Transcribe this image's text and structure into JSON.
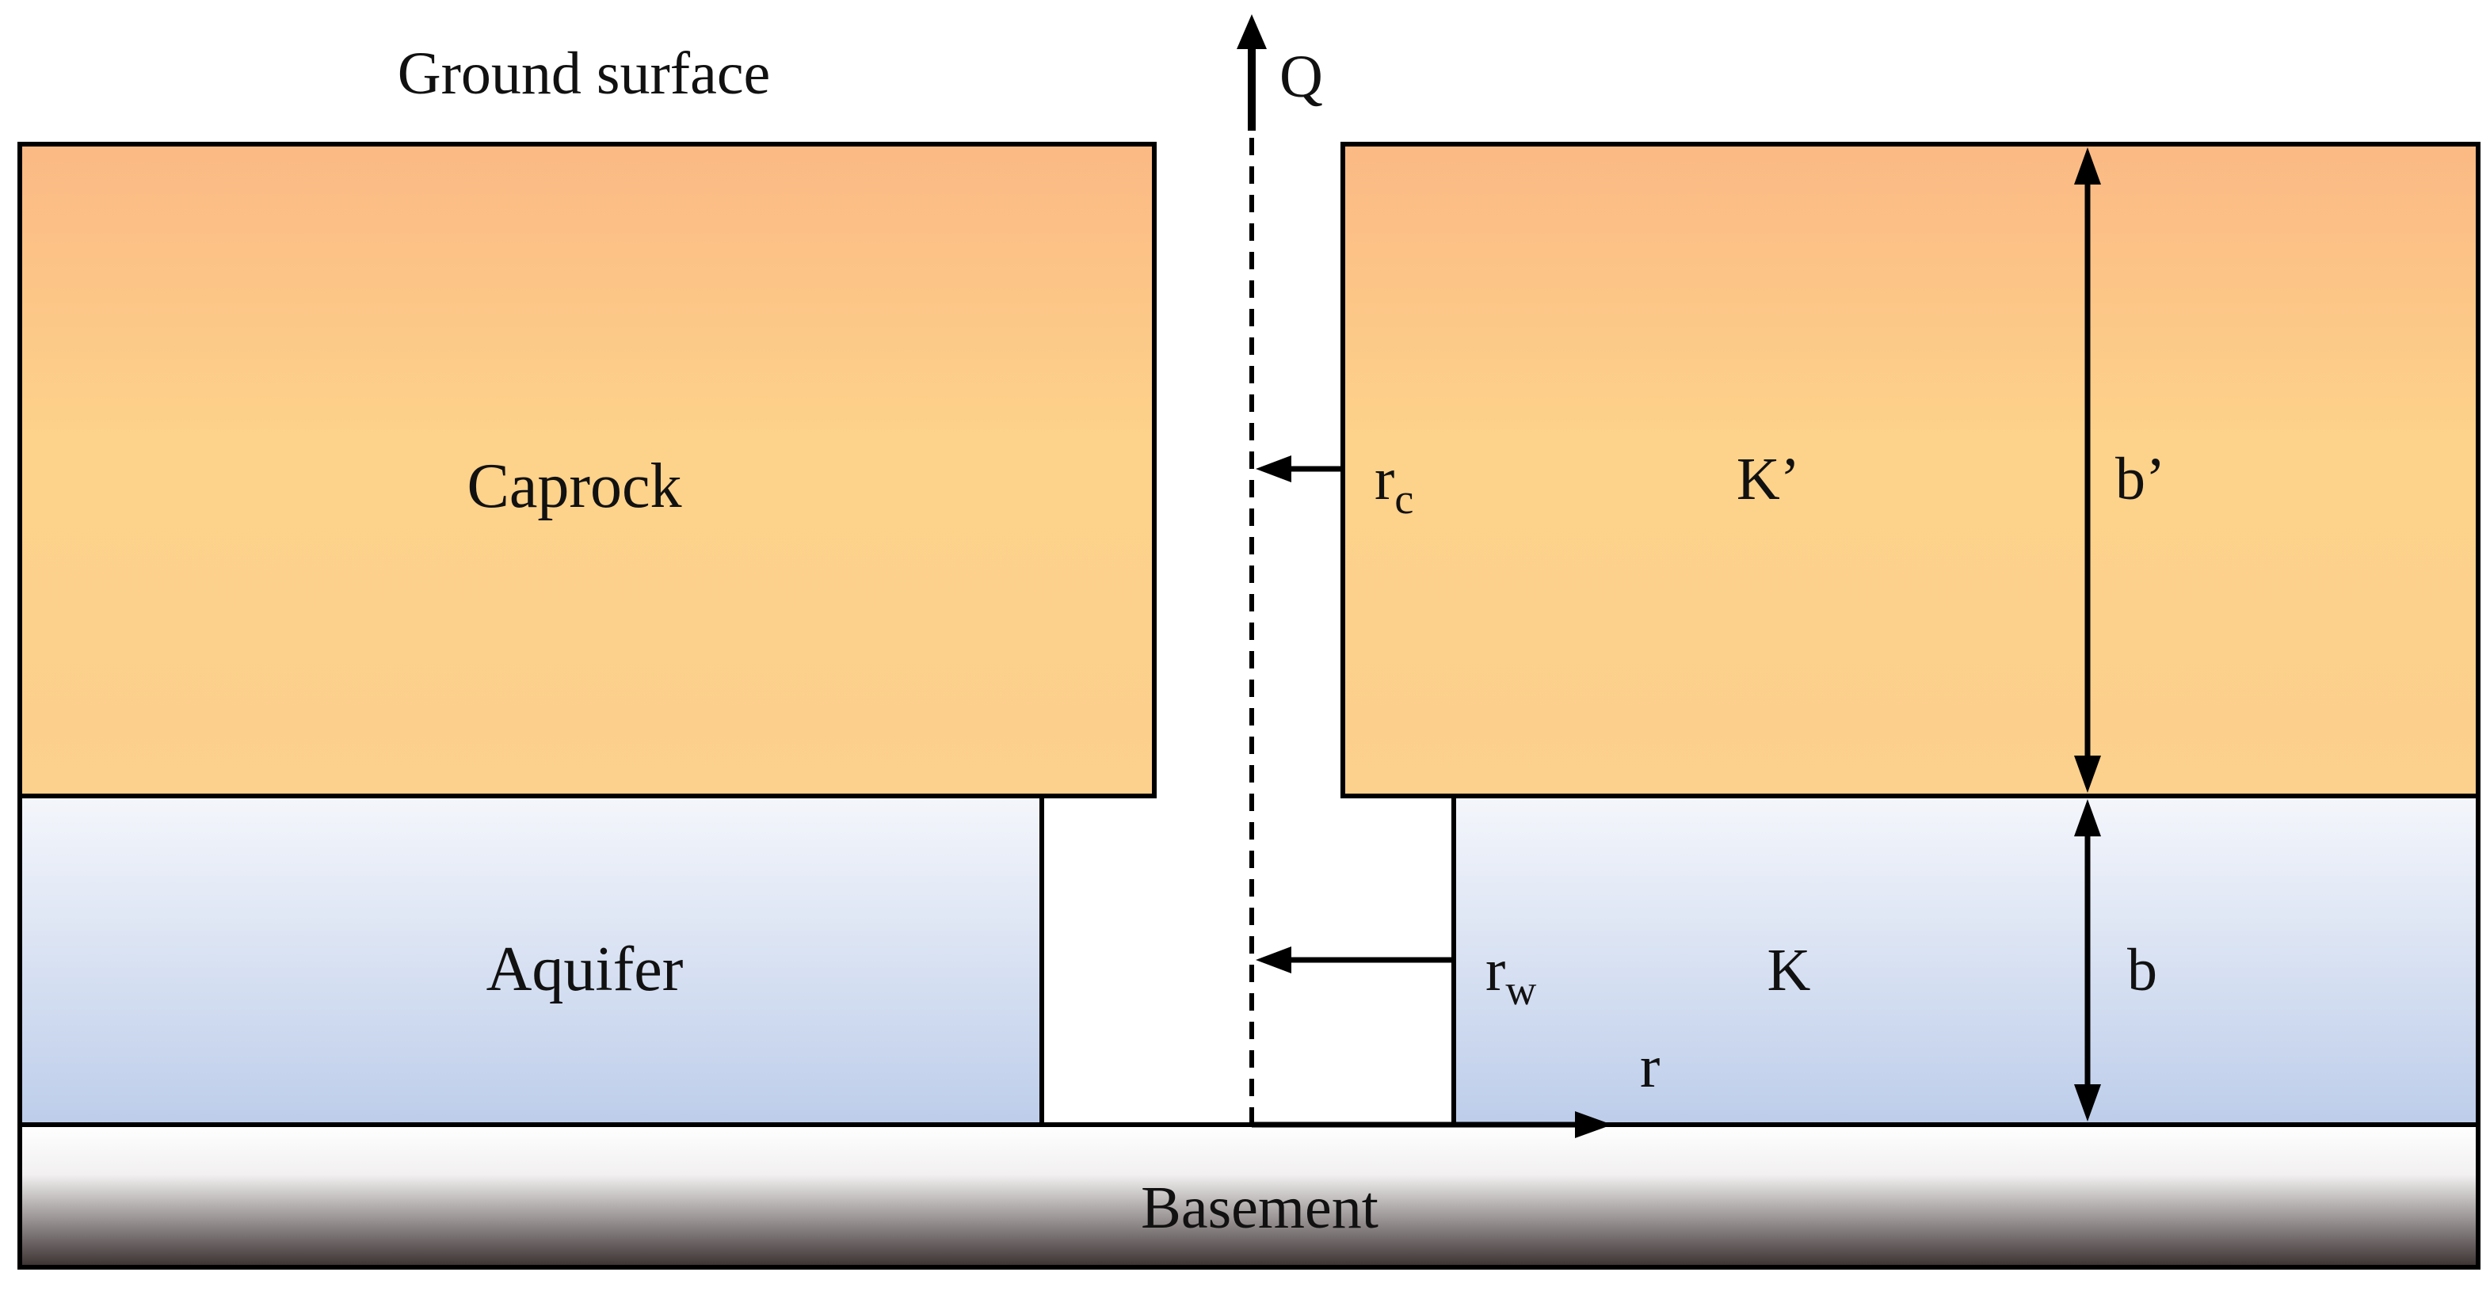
{
  "labels": {
    "ground_surface": "Ground surface",
    "flow": "Q",
    "caprock": "Caprock",
    "aquifer": "Aquifer",
    "basement": "Basement",
    "caprock_conductivity": "K’",
    "aquifer_conductivity": "K",
    "caprock_thickness": "b’",
    "aquifer_thickness": "b",
    "caprock_radius_base": "r",
    "caprock_radius_sub": "c",
    "well_radius_base": "r",
    "well_radius_sub": "w",
    "radial_axis": "r"
  },
  "colors": {
    "caprock_top": "#FBB984",
    "caprock_mid": "#FDD28A",
    "caprock_bottom": "#FCD08D",
    "aquifer_top": "#F4F6FB",
    "aquifer_bottom": "#BDCDEA",
    "basement_top": "#FFFFFF",
    "basement_bottom": "#3A3030",
    "line": "#000000"
  }
}
